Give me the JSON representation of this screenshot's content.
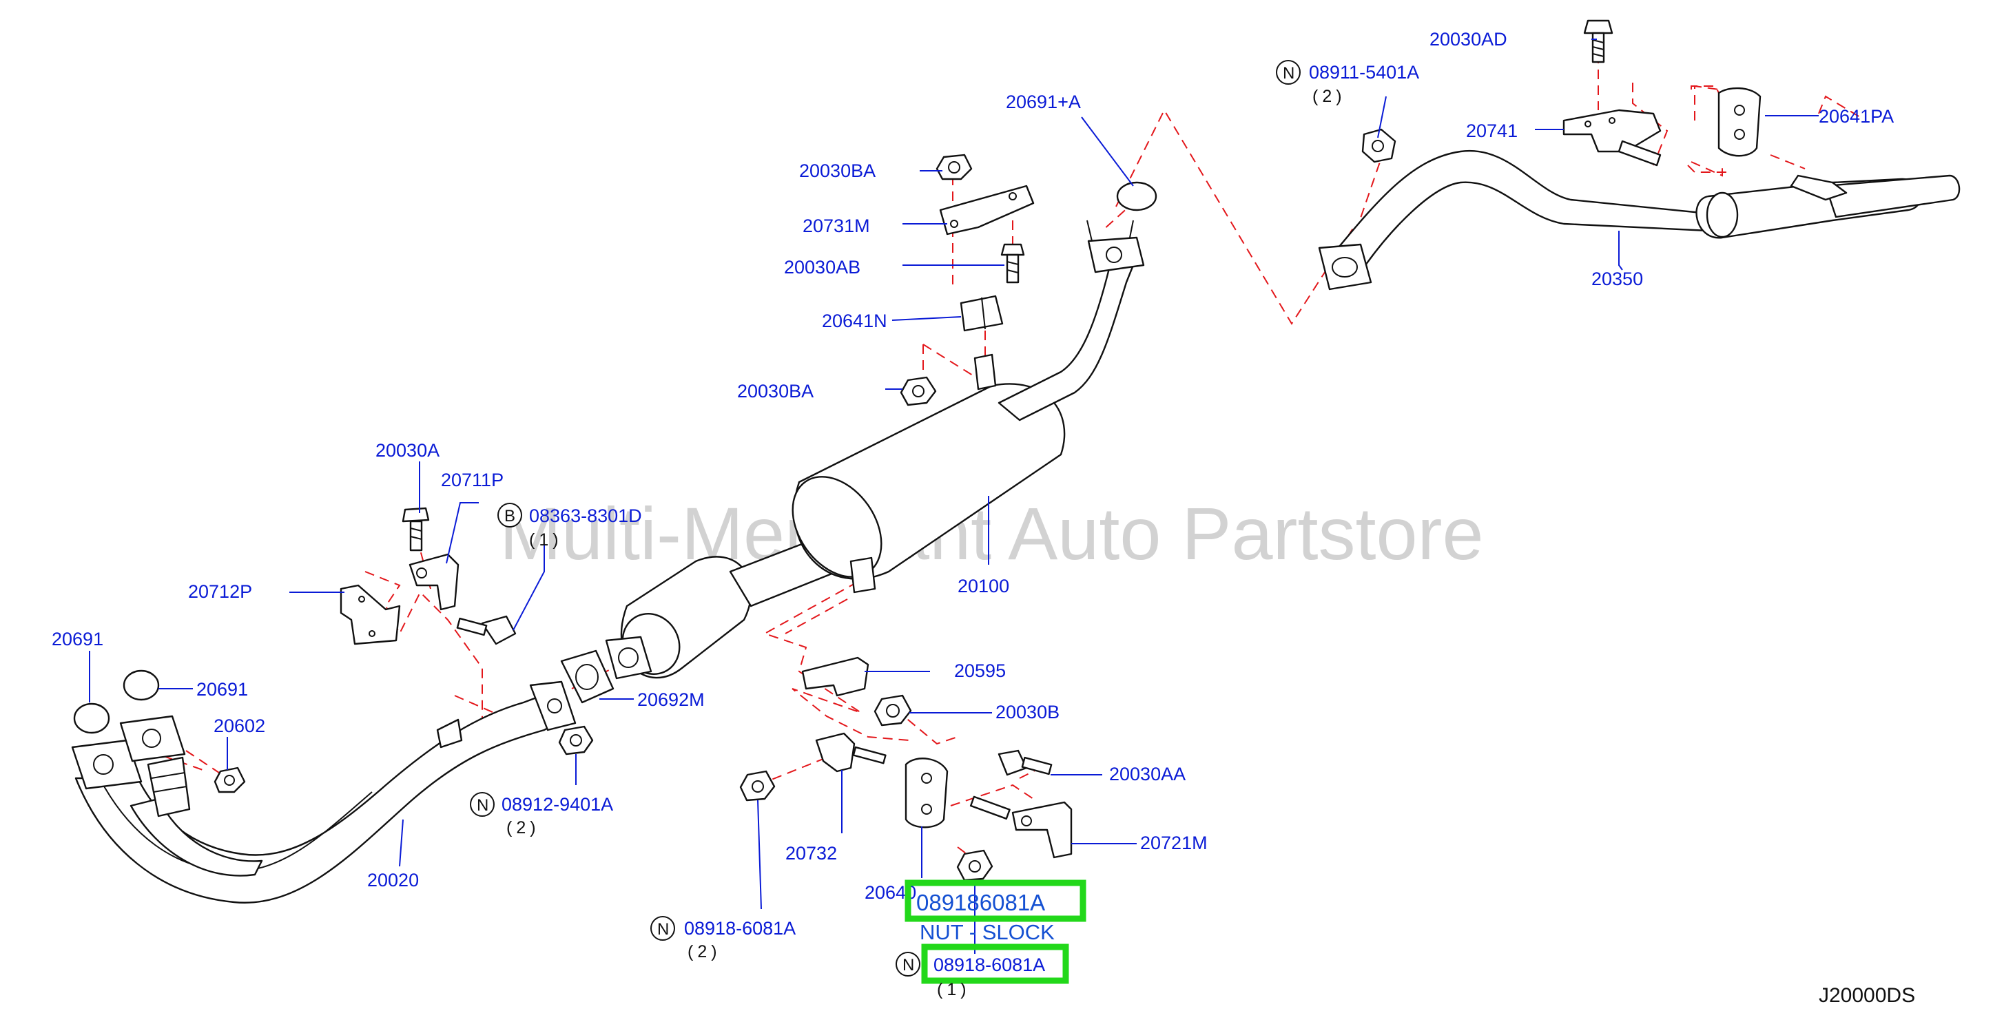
{
  "watermark": "Multi-Merchant Auto Partstore",
  "diagram_code": "J20000DS",
  "highlight": {
    "part_number": "089186081A",
    "part_name": "NUT - SLOCK",
    "part_ref": "08918-6081A",
    "quantity": "(1)",
    "badge": "N",
    "color": "#22d81a"
  },
  "callouts": {
    "c20030AD": "20030AD",
    "c08911": "08911-5401A",
    "c08911_qty": "(2)",
    "c20691A": "20691+A",
    "c20030BA_top": "20030BA",
    "c20731M": "20731M",
    "c20030AB": "20030AB",
    "c20641N": "20641N",
    "c20030BA_low": "20030BA",
    "c20741": "20741",
    "c20641PA": "20641PA",
    "c20350": "20350",
    "c20030A": "20030A",
    "c20711P": "20711P",
    "c08363": "08363-8301D",
    "c08363_qty": "(1)",
    "c20712P": "20712P",
    "c20100": "20100",
    "c20691_a": "20691",
    "c20691_b": "20691",
    "c20602": "20602",
    "c20692M": "20692M",
    "c20595": "20595",
    "c20030B": "20030B",
    "c08912": "08912-9401A",
    "c08912_qty": "(2)",
    "c20030AA": "20030AA",
    "c20721M": "20721M",
    "c20020": "20020",
    "c20732": "20732",
    "c20640": "20640",
    "c08918": "08918-6081A",
    "c08918_qty": "(2)"
  },
  "badges": {
    "n": "N",
    "b": "B"
  },
  "colors": {
    "label": "#0a1bd6",
    "dash": "#e3171b",
    "outline": "#111111",
    "highlight": "#22d81a"
  }
}
